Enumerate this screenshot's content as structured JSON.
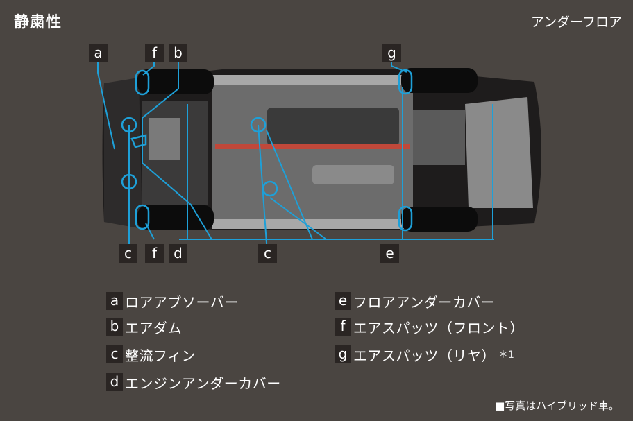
{
  "title": "静粛性",
  "subtitle": "アンダーフロア",
  "tags_top": [
    "a",
    "f",
    "b",
    "g"
  ],
  "tags_bottom": [
    "c",
    "f",
    "d",
    "c",
    "e"
  ],
  "legend": [
    {
      "key": "a",
      "label": "ロアアブソーバー",
      "note": ""
    },
    {
      "key": "b",
      "label": "エアダム",
      "note": ""
    },
    {
      "key": "c",
      "label": "整流フィン",
      "note": ""
    },
    {
      "key": "d",
      "label": "エンジンアンダーカバー",
      "note": ""
    },
    {
      "key": "e",
      "label": "フロアアンダーカバー",
      "note": ""
    },
    {
      "key": "f",
      "label": "エアスパッツ（フロント）",
      "note": ""
    },
    {
      "key": "g",
      "label": "エアスパッツ（リヤ）",
      "note": "＊1"
    }
  ],
  "footnote": "■写真はハイブリッド車。",
  "colors": {
    "accent": "#1ea0d8",
    "background": "#4a4541",
    "tag": "#2a2523"
  }
}
